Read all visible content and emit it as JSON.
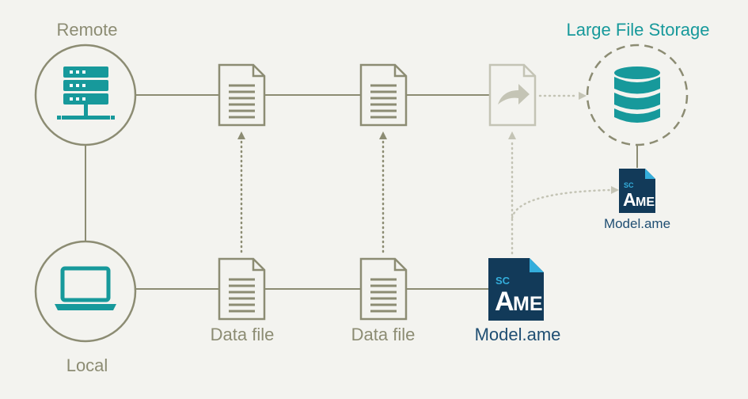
{
  "labels": {
    "remote": "Remote",
    "local": "Local",
    "lfs": "Large File Storage",
    "data_file_1": "Data file",
    "data_file_2": "Data file",
    "model_local": "Model.ame",
    "model_remote": "Model.ame"
  },
  "ame_icon": {
    "prefix": "SC",
    "big_letter": "A",
    "suffix": "ME"
  },
  "icons": {
    "remote_node": "server-rack-icon",
    "local_node": "laptop-icon",
    "storage_node": "database-icon",
    "file": "document-icon",
    "pointer_file": "document-share-arrow-icon",
    "model_file": "ame-model-file-icon"
  },
  "colors": {
    "background": "#f3f3ef",
    "olive": "#8c8c73",
    "olive_light": "#c4c4b5",
    "teal": "#17999b",
    "navy": "#123a59",
    "sky_blue": "#34aedc"
  }
}
